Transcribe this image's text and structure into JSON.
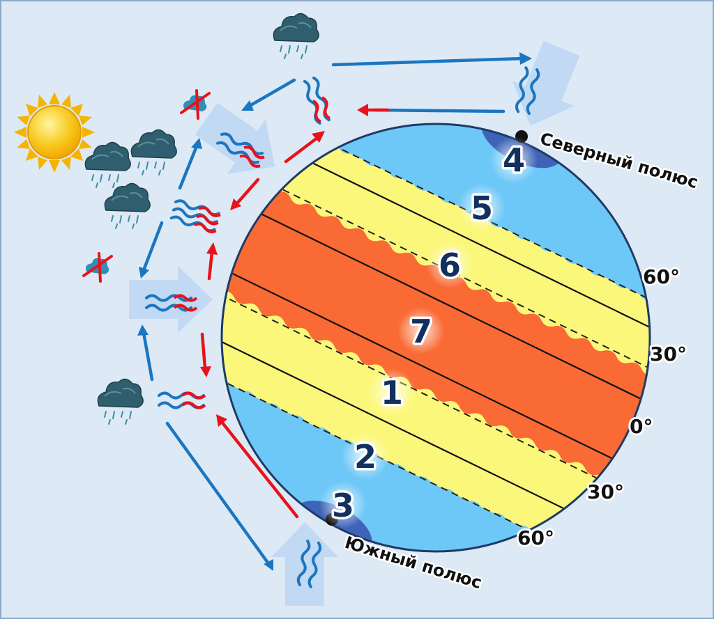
{
  "zones": [
    {
      "id": "zone-1",
      "label": "1"
    },
    {
      "id": "zone-2",
      "label": "2"
    },
    {
      "id": "zone-3",
      "label": "3"
    },
    {
      "id": "zone-4",
      "label": "4"
    },
    {
      "id": "zone-5",
      "label": "5"
    },
    {
      "id": "zone-6",
      "label": "6"
    },
    {
      "id": "zone-7",
      "label": "7"
    }
  ],
  "latitudes": {
    "n60": "60°",
    "n30": "30°",
    "eq": "0°",
    "s30": "30°",
    "s60": "60°"
  },
  "poles": {
    "north": "Северный полюс",
    "south": "Южный полюс"
  },
  "colors": {
    "background": "#dde9f5",
    "polar": "#6ec8f7",
    "polar_core": "#3e64b8",
    "temperate": "#fbf77a",
    "tropical": "#f96a34",
    "cold_flow": "#1b76c1",
    "warm_flow": "#e8121b",
    "sun": "#f7c71a",
    "cloud": "#2f5f6f"
  }
}
